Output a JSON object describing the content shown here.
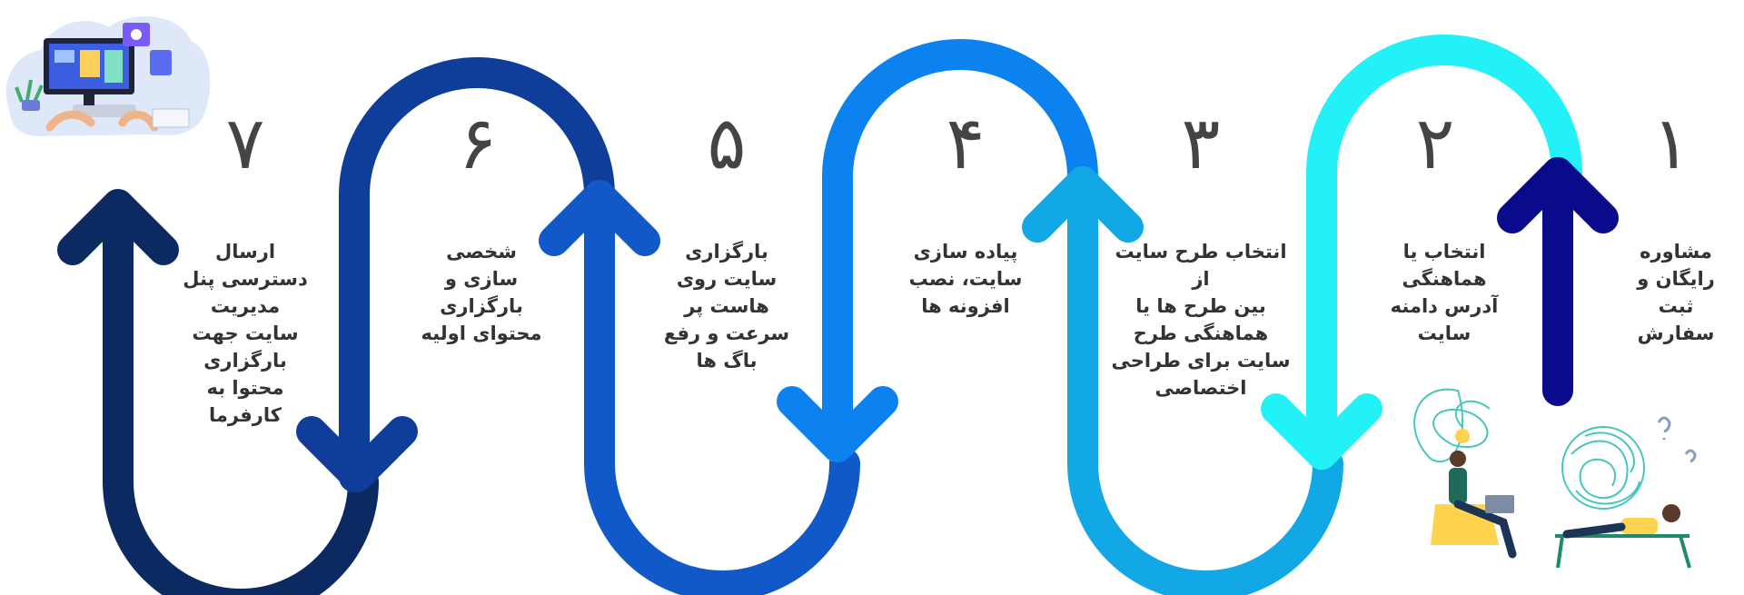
{
  "colors": {
    "step1": "#0a0a8c",
    "step2": "#22f2f8",
    "step3": "#12a8e6",
    "step4": "#0b82f0",
    "step5": "#1159c8",
    "step6": "#0f3e9a",
    "step7": "#0c2a62"
  },
  "steps": [
    {
      "number": "۱",
      "text": "مشاوره\nرایگان و ثبت\nسفارش"
    },
    {
      "number": "۲",
      "text": "انتخاب یا\nهماهنگی\nآدرس دامنه\nسایت"
    },
    {
      "number": "۳",
      "text": "انتخاب طرح سایت از\nبین طرح ها یا\nهماهنگی طرح\nسایت برای طراحی\nاختصاصی"
    },
    {
      "number": "۴",
      "text": "پیاده سازی\nسایت، نصب\nافزونه ها"
    },
    {
      "number": "۵",
      "text": "بارگزاری\nسایت روی\nهاست پر\nسرعت و رفع\nباگ ها"
    },
    {
      "number": "۶",
      "text": "شخصی\nسازی و\nبارگزاری\nمحتوای اولیه"
    },
    {
      "number": "۷",
      "text": "ارسال\nدسترسی پنل\nمدیریت\nسایت جهت\nبارگزاری\nمحتوا به\nکارفرما"
    }
  ],
  "illustrations": {
    "top_left": "computer-workspace-illustration",
    "bottom_right": "thinking-people-illustration"
  }
}
